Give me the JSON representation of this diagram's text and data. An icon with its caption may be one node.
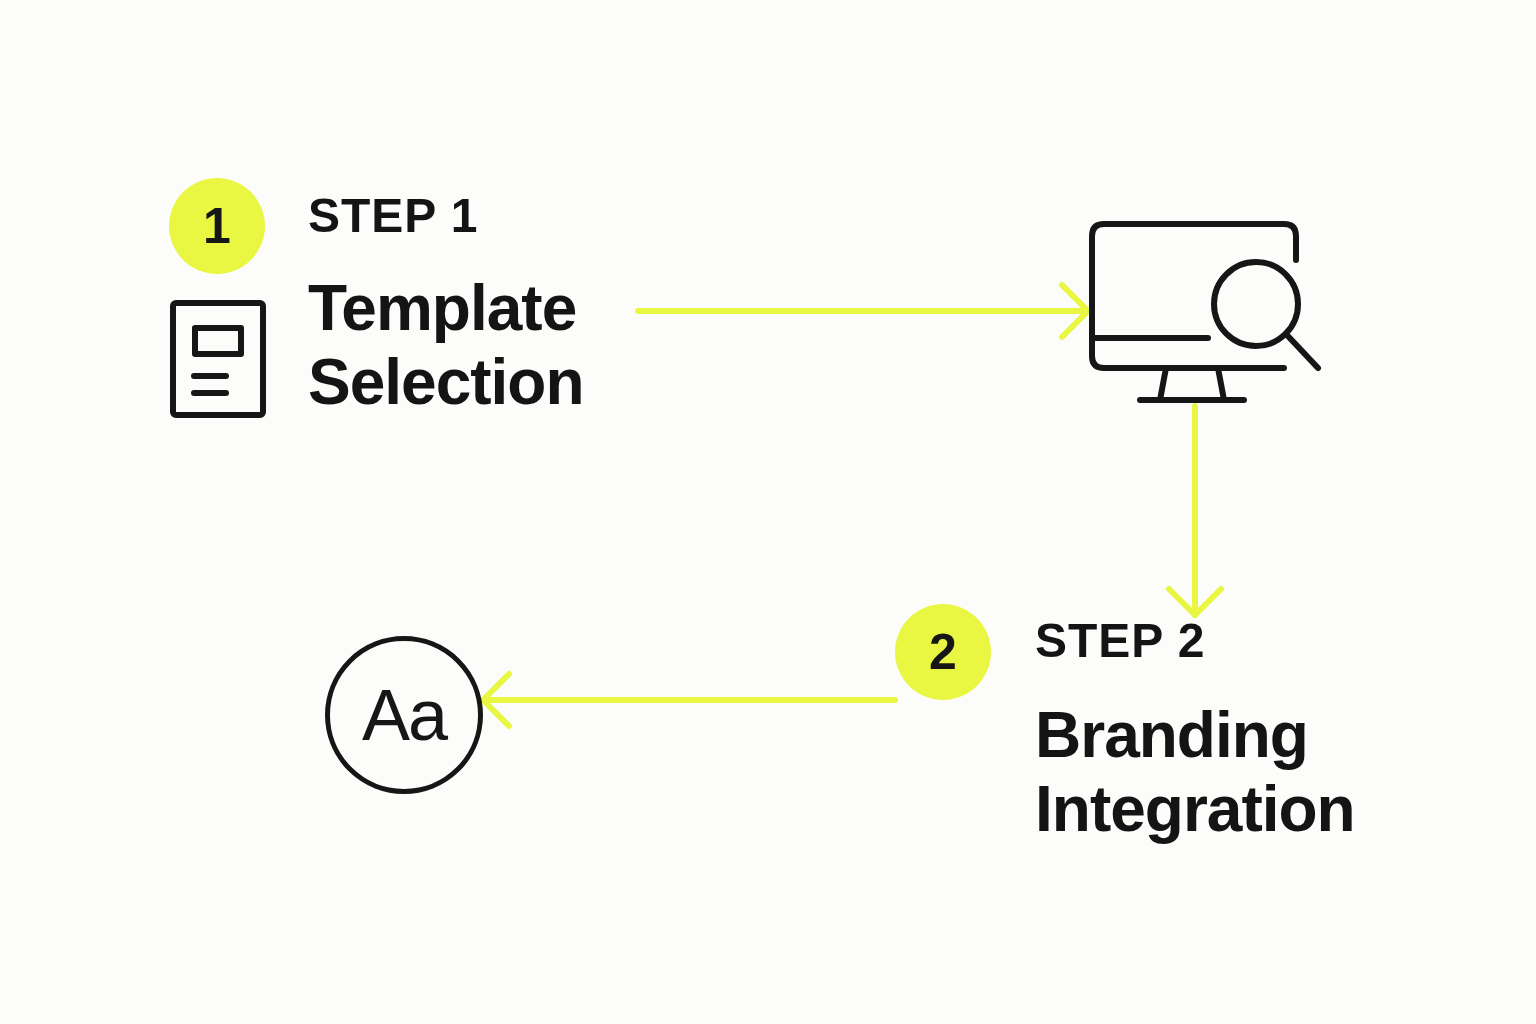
{
  "diagram": {
    "nodes": [
      {
        "text": [
          "1"
        ]
      },
      {
        "text": [
          "STEP 1",
          "Template Selection"
        ]
      },
      {
        "text": [],
        "shape": "picture"
      },
      {
        "text": [
          "2"
        ]
      },
      {
        "text": [
          "STEP 2",
          "Branding Integration"
        ]
      },
      {
        "text": [
          "Aa"
        ]
      }
    ],
    "edges": [
      {
        "from": 1,
        "to": 2,
        "arrow": "to"
      },
      {
        "from": 2,
        "to": 4,
        "arrow": "to"
      },
      {
        "from": 3,
        "to": 5,
        "arrow": "to"
      }
    ]
  }
}
